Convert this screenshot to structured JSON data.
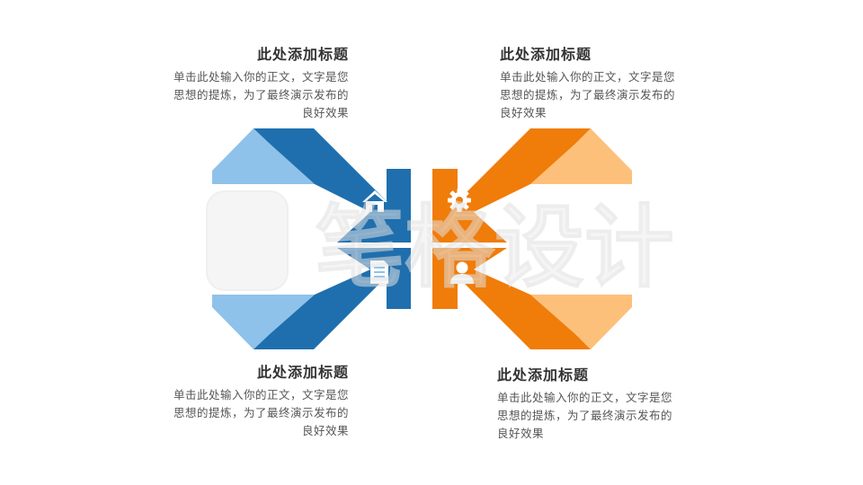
{
  "blocks": [
    {
      "title": "此处添加标题",
      "lines": [
        "单击此处输入你的正文，文字是您",
        "思想的提炼，为了最终演示发布的",
        "良好效果"
      ]
    },
    {
      "title": "此处添加标题",
      "lines": [
        "单击此处输入你的正文，文字是您",
        "思想的提炼，为了最终演示发布的",
        "良好效果"
      ]
    },
    {
      "title": "此处添加标题",
      "lines": [
        "单击此处输入你的正文，文字是您",
        "思想的提炼，为了最终演示发布的",
        "良好效果"
      ]
    },
    {
      "title": "此处添加标题",
      "lines": [
        "单击此处输入你的正文，文字是您",
        "思想的提炼，为了最终演示发布的",
        "良好效果"
      ]
    }
  ],
  "watermark": {
    "text": "笔格设计"
  },
  "icons": [
    "home-icon",
    "gear-icon",
    "document-icon",
    "user-icon"
  ],
  "colors": {
    "blue_dark": "#1f6fae",
    "blue_light": "#8ec2ea",
    "orange_dark": "#f07c0a",
    "orange_light": "#fdc07a",
    "title": "#333333",
    "body": "#555555"
  }
}
